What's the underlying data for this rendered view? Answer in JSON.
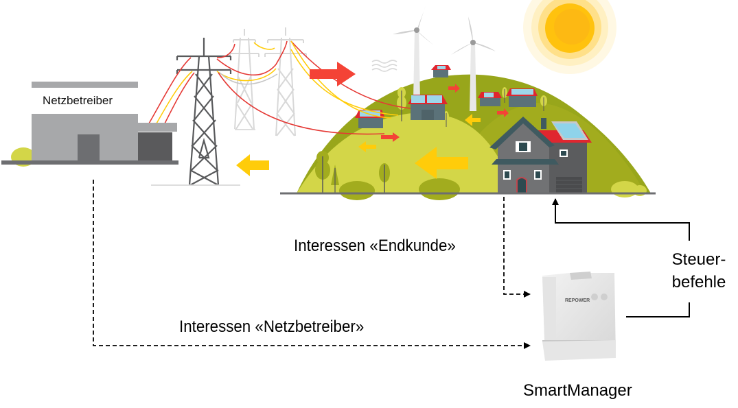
{
  "diagram": {
    "type": "smart-grid-control-flow",
    "labels": {
      "grid_operator_building": "Netzbetreiber",
      "interest_end_customer": "Interessen «Endkunde»",
      "interest_grid_operator": "Interessen «Netzbetreiber»",
      "control_commands_line1": "Steuer-",
      "control_commands_line2": "befehle",
      "device_name": "SmartManager",
      "device_brand": "REPOWER"
    },
    "nodes": [
      {
        "id": "grid-operator",
        "label": "Netzbetreiber",
        "icon": "utility-building"
      },
      {
        "id": "transmission",
        "icon": "power-pylons"
      },
      {
        "id": "community",
        "icon": "hill-houses-wind-solar"
      },
      {
        "id": "end-customer-house",
        "icon": "house-with-solar"
      },
      {
        "id": "smartmanager",
        "label": "SmartManager",
        "icon": "smart-meter-device"
      }
    ],
    "edges": [
      {
        "from": "end-customer-house",
        "to": "smartmanager",
        "style": "dashed",
        "label": "Interessen «Endkunde»"
      },
      {
        "from": "grid-operator",
        "to": "smartmanager",
        "style": "dashed",
        "label": "Interessen «Netzbetreiber»"
      },
      {
        "from": "smartmanager",
        "to": "end-customer-house",
        "style": "solid",
        "label": "Steuer-befehle"
      }
    ],
    "energy_flow_arrows": {
      "to_community": "red",
      "to_grid": "yellow"
    },
    "colors": {
      "flow_red": "#f44336",
      "flow_yellow": "#ffcc0a",
      "hill_dark": "#98a61b",
      "hill_light": "#d3d648",
      "building_gray": "#a7a8aa",
      "sun": "#ffc20e",
      "roof_red": "#e0262f",
      "wall_gray": "#6d6e71"
    }
  }
}
